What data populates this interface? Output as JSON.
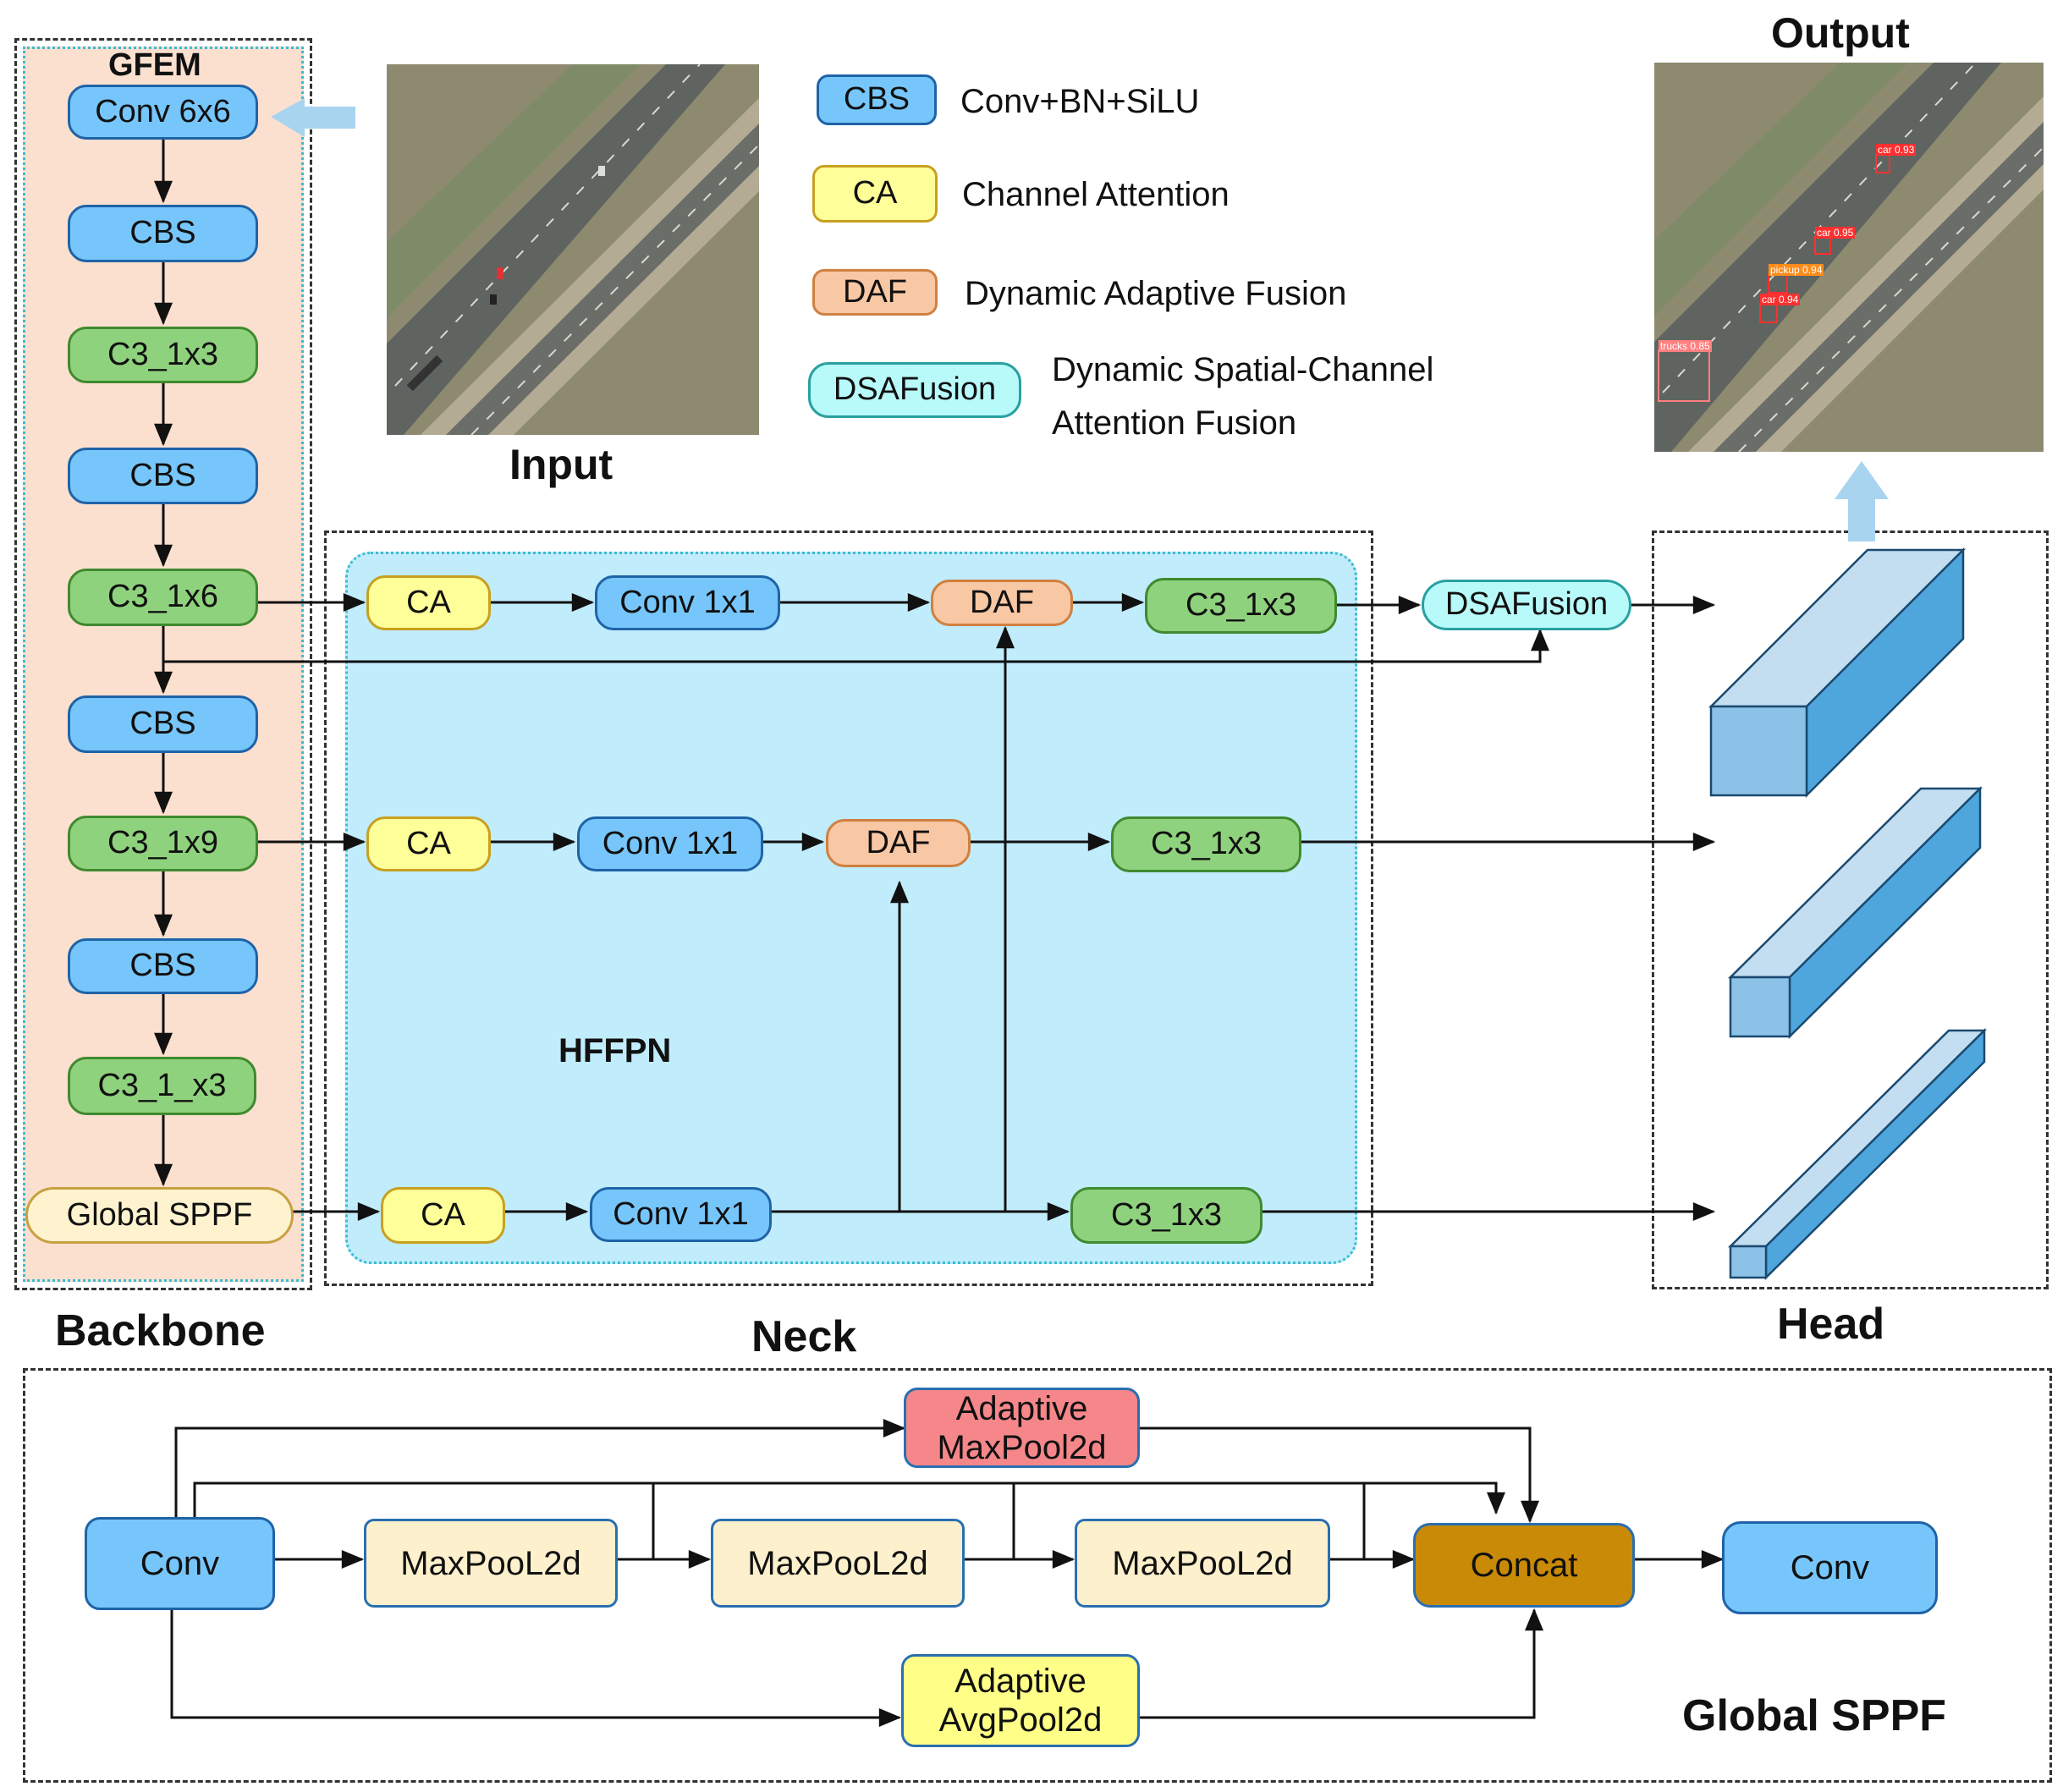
{
  "legend": [
    {
      "abbr": "CBS",
      "desc": "Conv+BN+SiLU"
    },
    {
      "abbr": "CA",
      "desc": "Channel Attention"
    },
    {
      "abbr": "DAF",
      "desc": "Dynamic Adaptive Fusion"
    },
    {
      "abbr": "DSAFusion",
      "desc_line1": "Dynamic Spatial-Channel",
      "desc_line2": "Attention Fusion"
    }
  ],
  "titles": {
    "input": "Input",
    "output": "Output",
    "backbone": "Backbone",
    "neck": "Neck",
    "head": "Head",
    "gfem": "GFEM",
    "hffpn": "HFFPN",
    "global_sppf": "Global SPPF"
  },
  "backbone": {
    "conv6": "Conv 6x6",
    "cbs1": "CBS",
    "c3a": "C3_1x3",
    "cbs2": "CBS",
    "c3b": "C3_1x6",
    "cbs3": "CBS",
    "c3c": "C3_1x9",
    "cbs4": "CBS",
    "c3d": "C3_1_x3",
    "gsppf": "Global SPPF"
  },
  "neck": {
    "row1": {
      "ca": "CA",
      "conv": "Conv 1x1",
      "daf": "DAF",
      "c3": "C3_1x3"
    },
    "row2": {
      "ca": "CA",
      "conv": "Conv 1x1",
      "daf": "DAF",
      "c3": "C3_1x3"
    },
    "row3": {
      "ca": "CA",
      "conv": "Conv 1x1",
      "c3": "C3_1x3"
    },
    "dsafusion": "DSAFusion"
  },
  "sppf_detail": {
    "conv_in": "Conv",
    "maxpool1": "MaxPooL2d",
    "maxpool2": "MaxPooL2d",
    "maxpool3": "MaxPooL2d",
    "amax_line1": "Adaptive",
    "amax_line2": "MaxPool2d",
    "aavg_line1": "Adaptive",
    "aavg_line2": "AvgPool2d",
    "concat": "Concat",
    "conv_out": "Conv"
  },
  "detections": [
    {
      "label": "car 0.93"
    },
    {
      "label": "car 0.95"
    },
    {
      "label": "pickup 0.94"
    },
    {
      "label": "car 0.94"
    },
    {
      "label": "trucks 0.85"
    }
  ],
  "colors": {
    "cbs": "#77c6fb",
    "c3": "#8fd27d",
    "ca": "#ffff99",
    "daf": "#f8c7a4",
    "dsafusion": "#b8fafa",
    "gfem_bg": "#fce0cf",
    "hffpn_bg": "#c0ecfb",
    "concat": "#c98a08",
    "adaptive_max": "#f5878a",
    "adaptive_avg": "#ffff88",
    "arrow_big": "#a8d4f0",
    "detection_box": "#ff3030"
  }
}
